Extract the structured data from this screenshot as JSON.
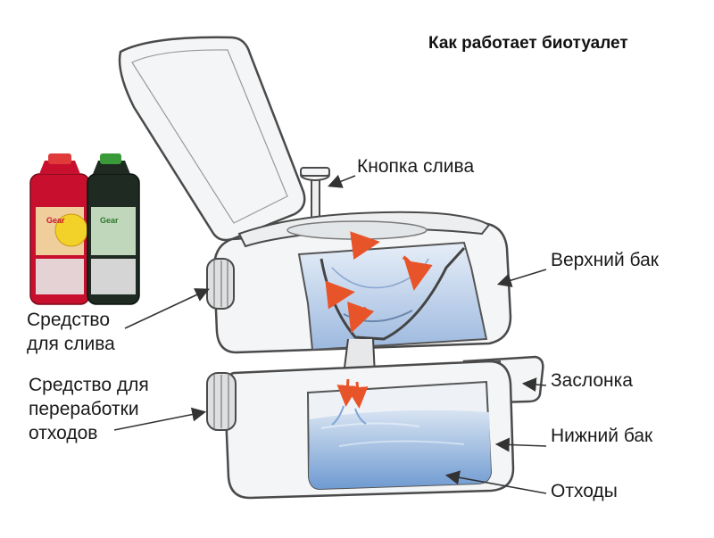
{
  "title": "Как работает биотуалет",
  "labels": {
    "flush_button": "Кнопка слива",
    "upper_tank": "Верхний бак",
    "flush_agent_line1": "Средство",
    "flush_agent_line2": "для слива",
    "waste_agent_line1": "Средство для",
    "waste_agent_line2": "переработки",
    "waste_agent_line3": "отходов",
    "valve": "Заслонка",
    "lower_tank": "Нижний бак",
    "waste": "Отходы"
  },
  "bottles": {
    "left_brand": "Gear",
    "right_brand": "Gear"
  },
  "colors": {
    "outline": "#4a4a4a",
    "shell": "#f4f5f6",
    "water": "#7fa6d6",
    "water_light": "#b9cfea",
    "arrow_swirl": "#e8542a",
    "bottle_red": "#c8102e",
    "bottle_dark": "#1e2a22",
    "cap_red": "#e03a3a",
    "cap_green": "#3a9a3a"
  }
}
